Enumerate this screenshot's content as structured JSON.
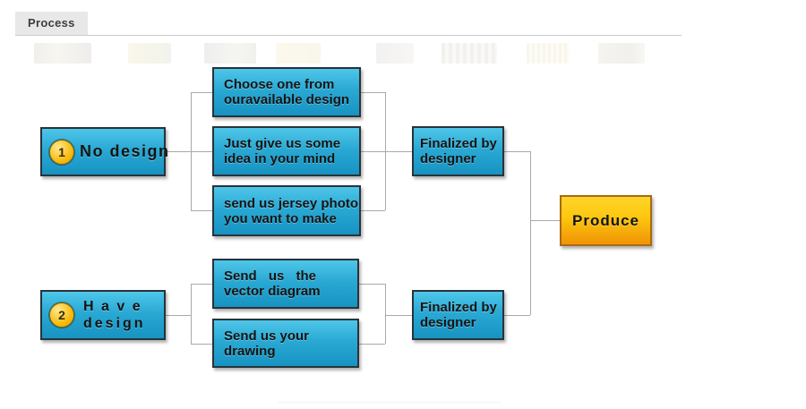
{
  "header": {
    "tab_label": "Process"
  },
  "flowchart": {
    "step1": {
      "badge": "1",
      "label": "No design"
    },
    "step2": {
      "badge": "2",
      "label_line1": "H a v e",
      "label_line2": "design"
    },
    "options_no_design": [
      {
        "line1": "Choose one from",
        "line2": "ouravailable design"
      },
      {
        "line1": "Just give us some",
        "line2": "idea in your mind"
      },
      {
        "line1": "send us jersey photo",
        "line2": "you want to make"
      }
    ],
    "options_have_design": [
      {
        "line1": "Send us the",
        "line2": "vector diagram"
      },
      {
        "line1": "Send us your",
        "line2": "drawing"
      }
    ],
    "finalized_top": {
      "line1": "Finalized by",
      "line2": "designer"
    },
    "finalized_bottom": {
      "line1": "Finalized by",
      "line2": "designer"
    },
    "produce": {
      "label": "Produce"
    },
    "colors": {
      "box_fill_top": "#4fc6e9",
      "box_fill_bottom": "#1793c2",
      "box_border": "#28333a",
      "produce_fill_top": "#ffd52c",
      "produce_fill_bottom": "#f09307",
      "produce_border": "#a96a10",
      "badge_fill": "#f6bb0e",
      "connector": "#a9a9a9"
    }
  }
}
